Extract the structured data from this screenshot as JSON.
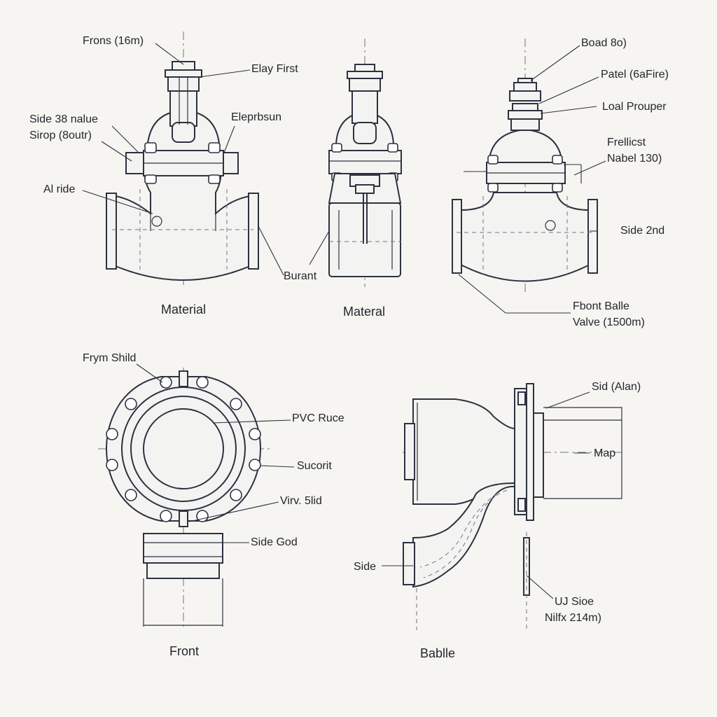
{
  "labels": {
    "frons": "Frons (16m)",
    "elay_first": "Elay First",
    "side_38_1": "Side 38 nalue",
    "side_38_2": "Sirop (8outr)",
    "eleprbsun": "Eleprbsun",
    "al_ride": "Al ride",
    "burant": "Burant",
    "material_1": "Material",
    "material_2": "Materal",
    "boad": "Boad 8o)",
    "patel": "Patel (6aFire)",
    "loal_prouper": "Loal Prouper",
    "frellicst_1": "Frellicst",
    "frellicst_2": "Nabel 130)",
    "side_2nd": "Side  2nd",
    "fbont_1": "Fbont Balle",
    "fbont_2": "Valve (1500m)",
    "frym_shild": "Frym Shild",
    "pvc_ruce": "PVC Ruce",
    "sucorit": "Sucorit",
    "virv": "Virv. 5lid",
    "side_god": "Side God",
    "front": "Front",
    "sid_alan": "Sid (Alan)",
    "map": "Map",
    "side": "Side",
    "uj_sioe_1": "UJ Sioe",
    "uj_sioe_2": "Nilfx 214m)",
    "bablle": "Bablle"
  }
}
